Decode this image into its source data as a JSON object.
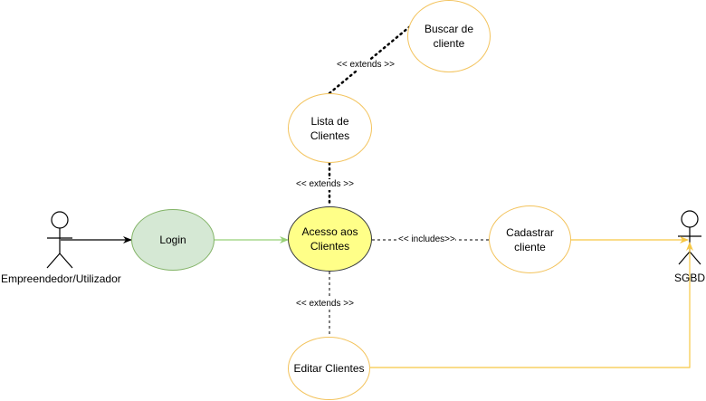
{
  "actors": {
    "entrepreneur": {
      "label": "Empreendedor/Utilizador"
    },
    "sgbd": {
      "label": "SGBD"
    }
  },
  "use_cases": {
    "login": {
      "label": "Login"
    },
    "acesso": {
      "label": "Acesso aos\nClientes"
    },
    "lista": {
      "label": "Lista de\nClientes"
    },
    "buscar": {
      "label": "Buscar de\ncliente"
    },
    "cadastrar": {
      "label": "Cadastrar\ncliente"
    },
    "editar": {
      "label": "Editar Clientes"
    }
  },
  "relations": {
    "lista_acesso": "<< extends >>",
    "buscar_lista": "<< extends >>",
    "acesso_cadastrar": "<< includes>>",
    "acesso_editar": "<< extends >>"
  },
  "colors": {
    "login_fill": "#d5e8d4",
    "login_stroke": "#82b366",
    "acesso_fill": "#ffff88",
    "acesso_stroke": "#36393d",
    "outline_yellow": "#f3c35c",
    "arrow_green": "#97d077",
    "arrow_yellow": "#f6c744"
  }
}
